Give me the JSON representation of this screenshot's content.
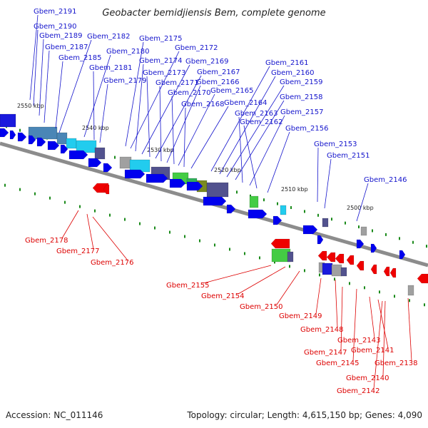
{
  "title": "Geobacter bemidjiensis Bem, complete genome",
  "footer": {
    "accession": "Accession: NC_011146",
    "summary": "Topology: circular; Length: 4,615,150 bp; Genes: 4,090"
  },
  "colors": {
    "forward_label": "#1414cc",
    "reverse_label": "#dd0000",
    "forward_arrow": "#0000ee",
    "reverse_arrow": "#ee0000",
    "backbone": "#8c8c8c",
    "tick": "#1a8a1a",
    "cog_cyan": "#22ccee",
    "cog_steelblue": "#4a86b6",
    "cog_slate": "#52528e",
    "cog_green": "#44cc44",
    "cog_olive": "#7a8a22",
    "cog_gray": "#a0a0a0"
  },
  "scale_labels": [
    "2550 kbp",
    "2540 kbp",
    "2530 kbp",
    "2520 kbp",
    "2510 kbp",
    "2500 kbp"
  ],
  "forward_genes": [
    "Gbem_2191",
    "Gbem_2190",
    "Gbem_2189",
    "Gbem_2187",
    "Gbem_2185",
    "Gbem_2182",
    "Gbem_2180",
    "Gbem_2181",
    "Gbem_2179",
    "Gbem_2175",
    "Gbem_2172",
    "Gbem_2174",
    "Gbem_2169",
    "Gbem_2173",
    "Gbem_2167",
    "Gbem_2171",
    "Gbem_2166",
    "Gbem_2170",
    "Gbem_2165",
    "Gbem_2168",
    "Gbem_2164",
    "Gbem_2161",
    "Gbem_2160",
    "Gbem_2159",
    "Gbem_2158",
    "Gbem_2163",
    "Gbem_2157",
    "Gbem_2162",
    "Gbem_2156",
    "Gbem_2153",
    "Gbem_2151",
    "Gbem_2146"
  ],
  "reverse_genes": [
    "Gbem_2178",
    "Gbem_2177",
    "Gbem_2176",
    "Gbem_2155",
    "Gbem_2154",
    "Gbem_2150",
    "Gbem_2149",
    "Gbem_2148",
    "Gbem_2143",
    "Gbem_2141",
    "Gbem_2147",
    "Gbem_2145",
    "Gbem_2138",
    "Gbem_2140",
    "Gbem_2142"
  ]
}
